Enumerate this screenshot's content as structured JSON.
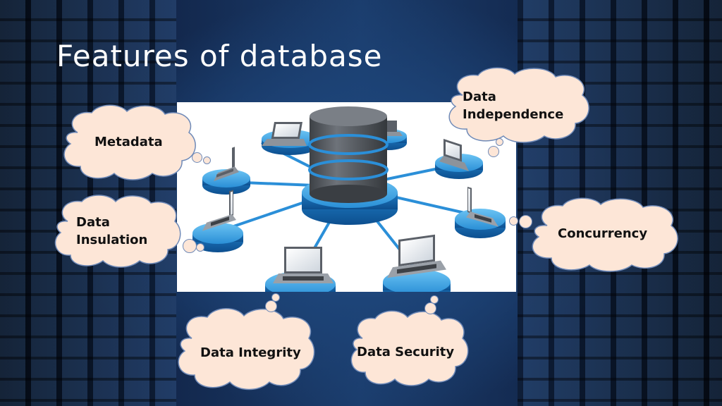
{
  "slide": {
    "title": "Features of database"
  },
  "features": {
    "metadata": "Metadata",
    "data_independence": [
      "Data",
      "Independence"
    ],
    "data_insulation": [
      "Data",
      "Insulation"
    ],
    "concurrency": "Concurrency",
    "data_integrity": "Data Integrity",
    "data_security": "Data Security"
  },
  "colors": {
    "cloud_fill": "#fde6d7",
    "cloud_stroke": "#6f8ab8",
    "node_blue": "#2a8fd6",
    "cylinder_gray": "#555a60"
  },
  "icons": {
    "central": "database-cylinder-icon",
    "clients": "laptop-icon"
  }
}
